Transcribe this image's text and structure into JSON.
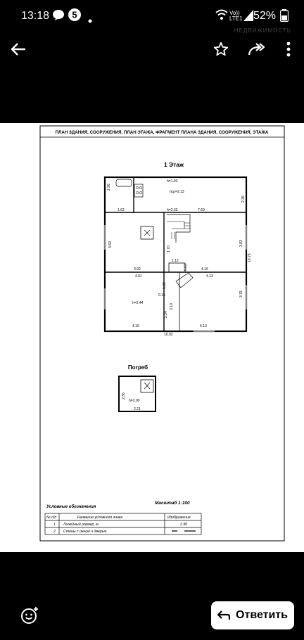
{
  "status_bar": {
    "time": "13:18",
    "notif_count": "5",
    "volte": "Vo))",
    "lte": "LTE1",
    "battery": "52%"
  },
  "toolbar": {
    "icons": [
      "back-arrow-icon",
      "star-icon",
      "forward-icon",
      "more-vert-icon"
    ]
  },
  "watermark": "НЕДВИЖИМОСТЬ",
  "plan": {
    "header": "ПЛАН ЗДАНИЯ, СООРУЖЕНИЯ, ПЛАН ЭТАЖА, ФРАГМЕНТ ПЛАНА ЗДАНИЯ, СООРУЖЕНИЯ, ЭТАЖА",
    "floor_title": "1 Этаж",
    "cellar_title": "Погреб",
    "scale": "Масштаб 1:100",
    "legend_title": "Условные обозначения",
    "dims": {
      "h193": "h=1.93",
      "hcp213": "hср=2.13",
      "d236a": "2.36",
      "d162": "1.62",
      "h233": "h=2.33",
      "d769": "7.69",
      "d236b": "2.36",
      "d369": "3.69",
      "d170": "1.70",
      "d383": "3.83",
      "d1075": "10.75",
      "d112": "1.12",
      "d063": "0.63",
      "d392": "3.92",
      "d416a": "4.16",
      "d401": "4.01",
      "d413": "4.13",
      "d132": "1.32",
      "d015": "0.15",
      "h244": "h=2.44",
      "d378": "3.78",
      "d234": "2.34",
      "d310": "3.10",
      "d416b": "4.16",
      "d513": "5.13",
      "d1002": "10.02",
      "c236": "2.36",
      "c200": "h=2.00",
      "c221": "2.21"
    },
    "legend": {
      "headers": [
        "№ п/п",
        "Название условного знака",
        "Изображение"
      ],
      "rows": [
        {
          "num": "1",
          "name": "Линейный размер, м",
          "image": "2.90"
        },
        {
          "num": "2",
          "name": "Стены с окном и дверью",
          "image": ""
        }
      ]
    }
  },
  "bottom": {
    "reply_label": "Ответить"
  }
}
